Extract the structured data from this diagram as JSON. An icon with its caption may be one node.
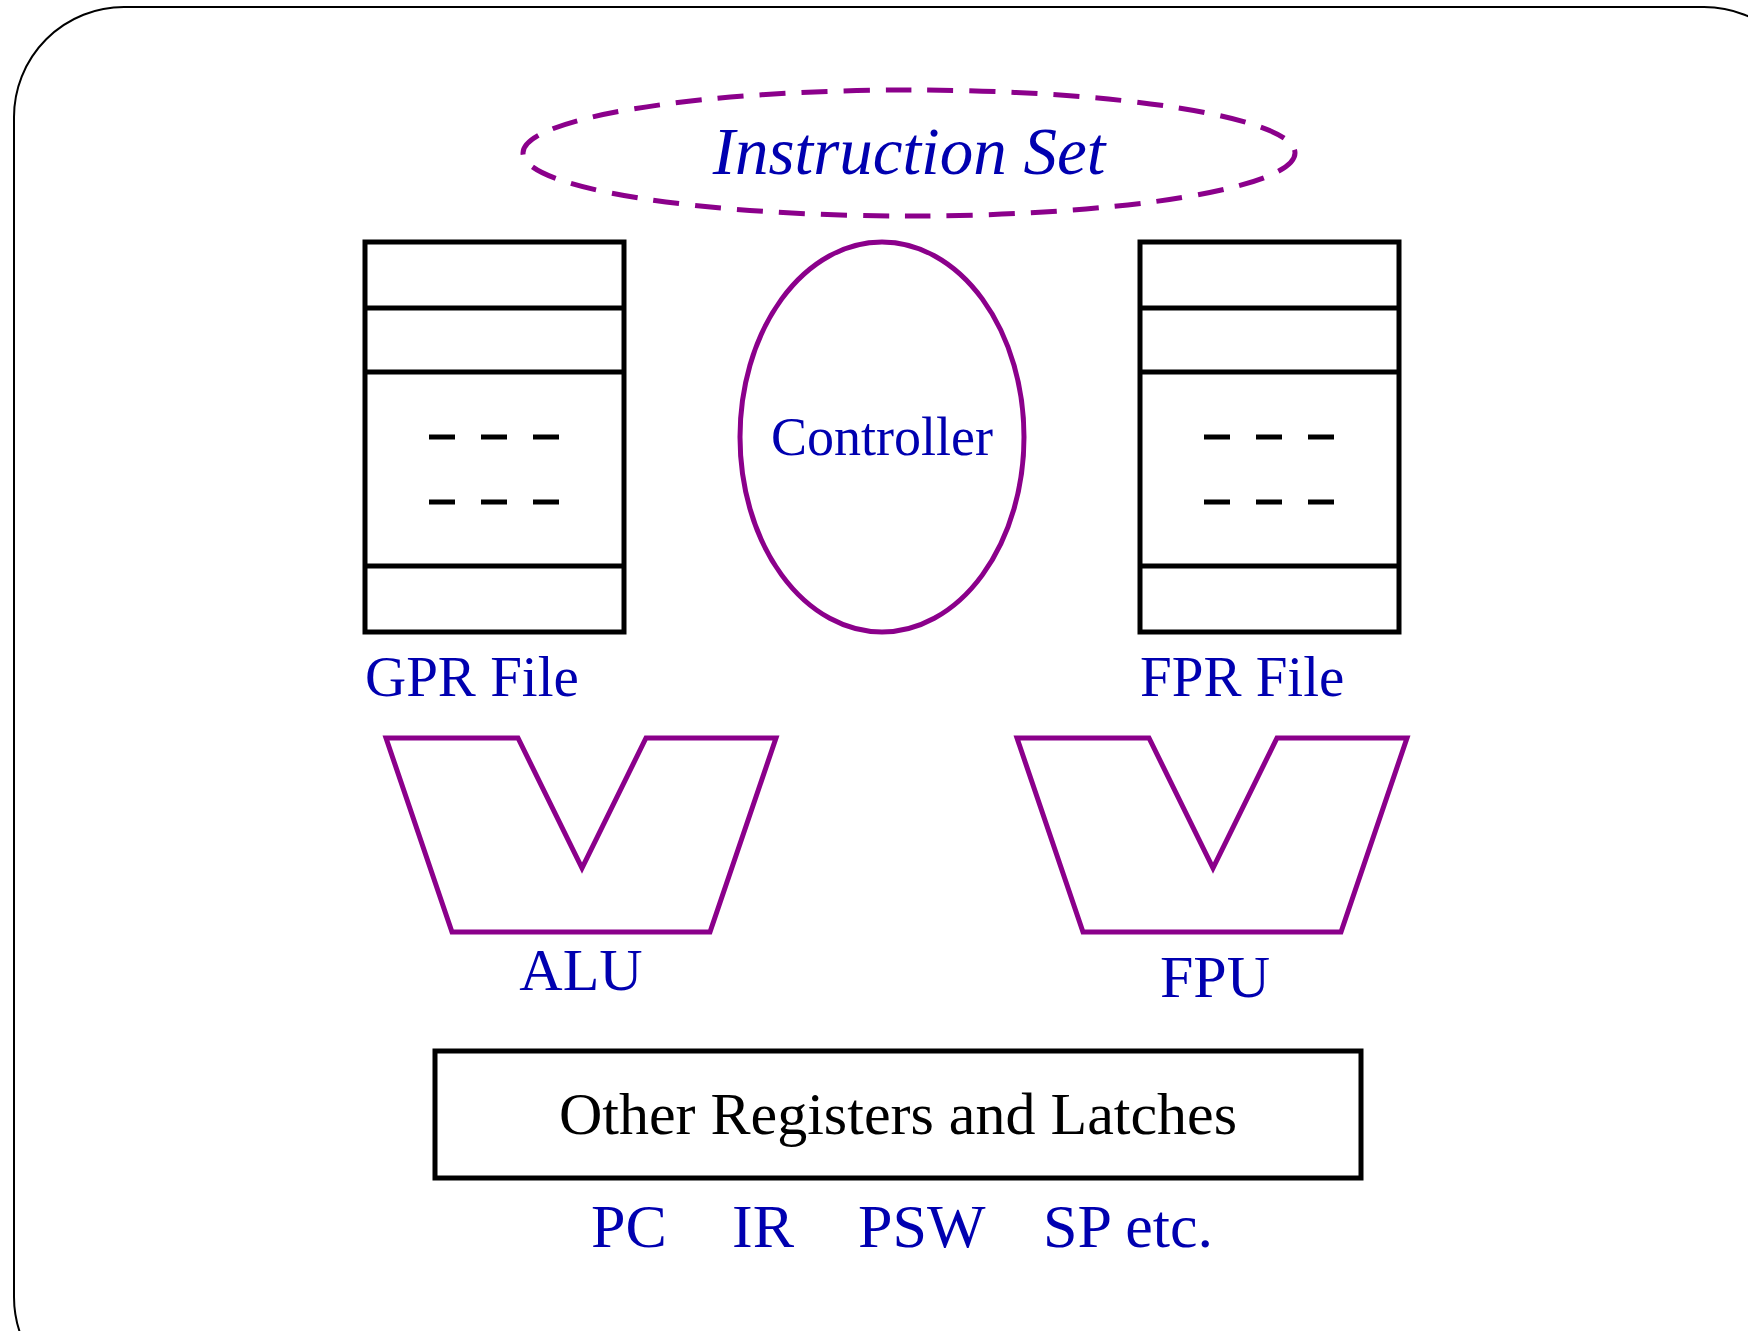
{
  "diagram": {
    "nodes": [
      {
        "text": [
          "Instruction Set"
        ]
      },
      {
        "text": [
          "GPR File"
        ]
      },
      {
        "text": [
          "Controller"
        ]
      },
      {
        "text": [
          "FPR File"
        ]
      },
      {
        "text": [
          "ALU"
        ]
      },
      {
        "text": [
          "FPU"
        ]
      },
      {
        "text": [
          "Other Registers and Latches"
        ]
      }
    ],
    "labels": [
      "PC",
      "IR",
      "PSW",
      "SP etc."
    ]
  }
}
